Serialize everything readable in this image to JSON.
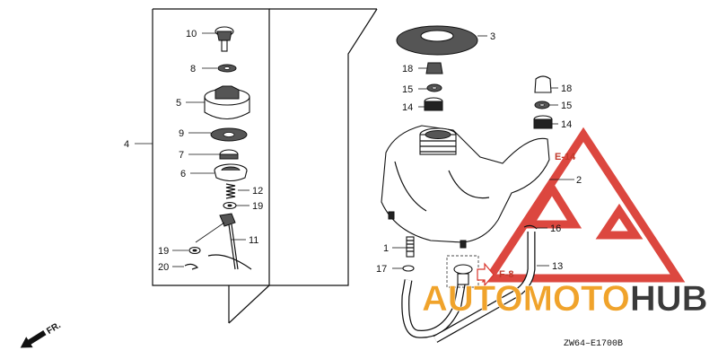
{
  "parts": {
    "p1": "1",
    "p2": "2",
    "p3": "3",
    "p4": "4",
    "p5": "5",
    "p6": "6",
    "p7": "7",
    "p8": "8",
    "p9": "9",
    "p10": "10",
    "p11": "11",
    "p12": "12",
    "p13": "13",
    "p14a": "14",
    "p14b": "14",
    "p15a": "15",
    "p15b": "15",
    "p16": "16",
    "p17": "17",
    "p18a": "18",
    "p18b": "18",
    "p19a": "19",
    "p19b": "19",
    "p20": "20"
  },
  "refs": {
    "e14": "E-14",
    "f8": "F-8"
  },
  "watermark": {
    "part1": "AUTOMOTO",
    "part2": "HUB",
    "color1": "#f0a32b",
    "color2": "#3a3a3a",
    "triangle_color": "#d9342b"
  },
  "diagram_code": "ZW64–E1700B",
  "direction": {
    "label": "FR."
  }
}
